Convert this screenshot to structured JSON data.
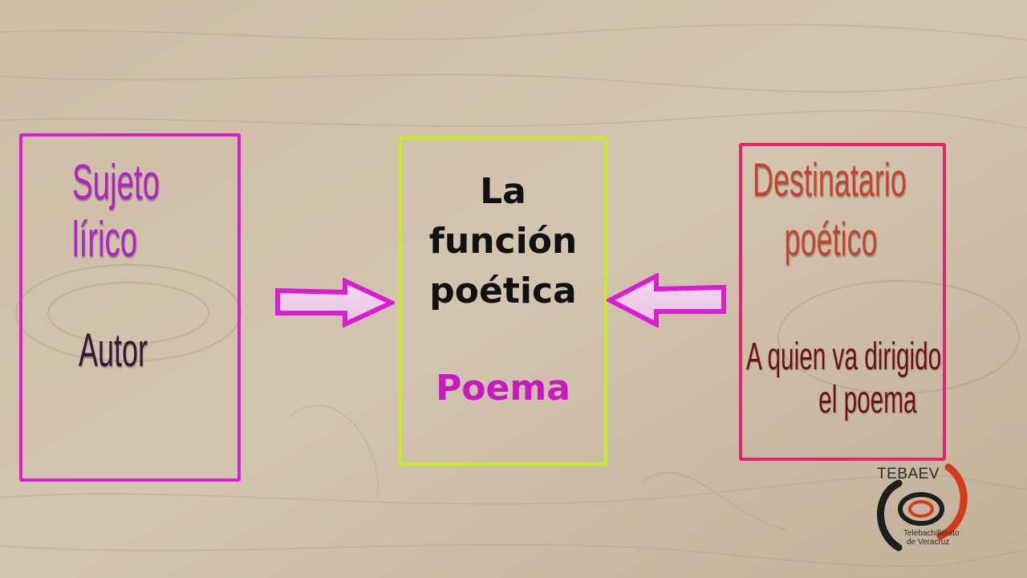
{
  "colors": {
    "left_box": "#d81ed0",
    "center_box": "#c8e82a",
    "right_box": "#e2246a",
    "left_title": "#b223c6",
    "autor": "#3a1436",
    "center_title": "#111111",
    "poema": "#c718c4",
    "right_title": "#c2452e",
    "right_text": "#6b1218",
    "arrow": "#d81ed0"
  },
  "left": {
    "title_line1": "Sujeto",
    "title_line2": "lírico",
    "sub": "Autor"
  },
  "center": {
    "title_line1": "La",
    "title_line2": "función",
    "title_line3": "poética",
    "sub": "Poema"
  },
  "right": {
    "title_line1": "Destinatario",
    "title_line2": "poético",
    "sub_line1": "A quien va dirigido",
    "sub_line2": "el poema"
  },
  "arrows": {
    "left_arrow_icon": "arrow-right-icon",
    "right_arrow_icon": "arrow-left-icon"
  },
  "logo": {
    "name": "TEBAEV",
    "sub_line1": "Telebachillerato",
    "sub_line2": "de Veracruz"
  }
}
